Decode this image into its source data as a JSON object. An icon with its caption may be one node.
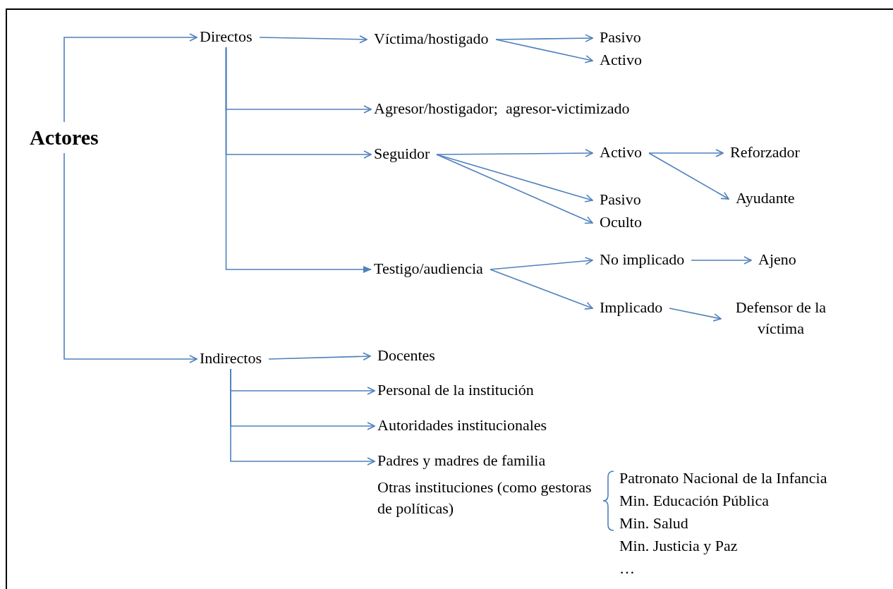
{
  "diagram": {
    "nodes": [
      {
        "text": [
          "Actores"
        ]
      },
      {
        "text": [
          "Directos"
        ]
      },
      {
        "text": [
          "Víctima/hostigado"
        ]
      },
      {
        "text": [
          "Pasivo"
        ]
      },
      {
        "text": [
          "Activo"
        ]
      },
      {
        "text": [
          "Agresor/hostigador;  agresor-victimizado"
        ]
      },
      {
        "text": [
          "Seguidor"
        ]
      },
      {
        "text": [
          "Activo"
        ]
      },
      {
        "text": [
          "Reforzador"
        ]
      },
      {
        "text": [
          "Pasivo"
        ]
      },
      {
        "text": [
          "Ayudante"
        ]
      },
      {
        "text": [
          "Oculto"
        ]
      },
      {
        "text": [
          "Testigo/audiencia"
        ]
      },
      {
        "text": [
          "No implicado"
        ]
      },
      {
        "text": [
          "Ajeno"
        ]
      },
      {
        "text": [
          "Implicado"
        ]
      },
      {
        "text": [
          "Defensor de la víctima"
        ]
      },
      {
        "text": [
          "Indirectos"
        ]
      },
      {
        "text": [
          "Docentes"
        ]
      },
      {
        "text": [
          "Personal de la institución"
        ]
      },
      {
        "text": [
          "Autoridades institucionales"
        ]
      },
      {
        "text": [
          "Padres y madres de familia"
        ]
      },
      {
        "text": [
          "Otras instituciones (como gestoras de políticas)"
        ]
      }
    ],
    "edges": [
      {
        "from": 0,
        "to": 1,
        "arrow": "to"
      },
      {
        "from": 0,
        "to": 17,
        "arrow": "to"
      },
      {
        "from": 1,
        "to": 2,
        "arrow": "to"
      },
      {
        "from": 1,
        "to": 5,
        "arrow": "to"
      },
      {
        "from": 1,
        "to": 6,
        "arrow": "to"
      },
      {
        "from": 1,
        "to": 12,
        "arrow": "to"
      },
      {
        "from": 2,
        "to": 3,
        "arrow": "to"
      },
      {
        "from": 2,
        "to": 4,
        "arrow": "to"
      },
      {
        "from": 6,
        "to": 7,
        "arrow": "to"
      },
      {
        "from": 6,
        "to": 9,
        "arrow": "to"
      },
      {
        "from": 6,
        "to": 11,
        "arrow": "to"
      },
      {
        "from": 7,
        "to": 8,
        "arrow": "to"
      },
      {
        "from": 7,
        "to": 10,
        "arrow": "to"
      },
      {
        "from": 12,
        "to": 13,
        "arrow": "to"
      },
      {
        "from": 12,
        "to": 15,
        "arrow": "to"
      },
      {
        "from": 13,
        "to": 14,
        "arrow": "to"
      },
      {
        "from": 15,
        "to": 16,
        "arrow": "to"
      },
      {
        "from": 17,
        "to": 18,
        "arrow": "to"
      },
      {
        "from": 17,
        "to": 19,
        "arrow": "to"
      },
      {
        "from": 17,
        "to": 20,
        "arrow": "to"
      },
      {
        "from": 17,
        "to": 21,
        "arrow": "to"
      }
    ],
    "labels": [
      "Patronato Nacional de la Infancia",
      "Min. Educación Pública",
      "Min. Salud",
      "Min. Justicia y Paz",
      "…"
    ]
  }
}
